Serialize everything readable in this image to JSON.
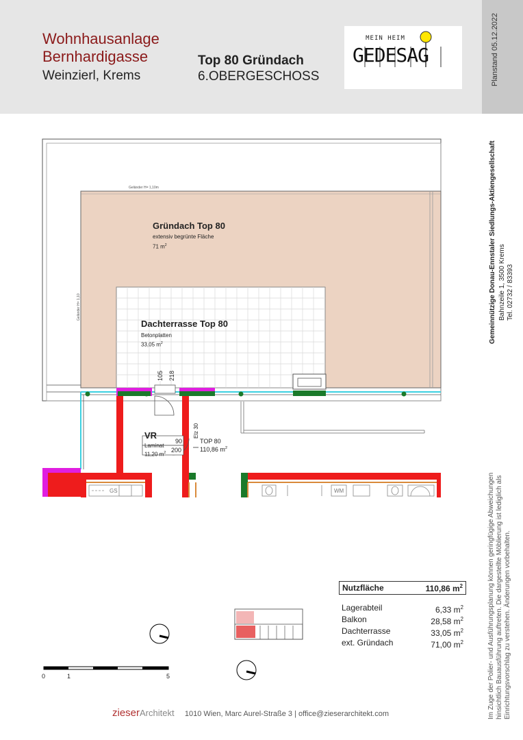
{
  "header": {
    "project_name_line1": "Wohnhausanlage",
    "project_name_line2": "Bernhardigasse",
    "location": "Weinzierl, Krems",
    "unit_title": "Top 80 Gründach",
    "floor": "6.OBERGESCHOSS"
  },
  "logo": {
    "top_text": "MEIN HEIM",
    "main_text": "GEDESAG",
    "colors": {
      "sun": "#ffe600",
      "text": "#111111"
    }
  },
  "side": {
    "planstand": "Planstand 05.12.2022",
    "company_name": "Gemeinnützige Donau-Ennstaler Siedlungs-Aktiengesellschaft",
    "company_address": "Bahnzeile 1, 3500 Krems",
    "company_phone": "Tel. 02732 / 83393",
    "disclaimer_line1": "Im Zuge der Polier- und Ausführungsplanung können geringfügige Abweichungen",
    "disclaimer_line2": "hinsichtlich Bauausführung auftreten. Die dargestellte Möblierung ist lediglich als",
    "disclaimer_line3": "Einrichtungsvorschlag zu verstehen. Änderungen vorbehalten."
  },
  "plan": {
    "railing_top": "Geländer H= 1,10m",
    "railing_left": "Geländer H= 1,10",
    "green_roof_title": "Gründach  Top 80",
    "green_roof_desc": "extensiv begrünte Fläche",
    "green_roof_area": "71 m",
    "terrace_title": "Dachterrasse Top 80",
    "terrace_desc": "Betonplatten",
    "terrace_area": "33,05 m",
    "dim_105": "105",
    "dim_218": "218",
    "room_vr": "VR",
    "room_vr_floor": "Laminat",
    "room_vr_area": "11,20 m",
    "dim_90": "90",
    "dim_200": "200",
    "elz": "Elz 30",
    "top_label": "TOP 80",
    "top_area": "110,86 m",
    "gs": "GS",
    "wm": "WM",
    "sup2": "2",
    "colors": {
      "green_roof": "#ecd3c2",
      "wall_red": "#ee1c1c",
      "wall_green": "#1a7a2a",
      "wall_magenta": "#e01ee0",
      "glass_cyan": "#3ad0e0",
      "door_orange": "#d98a3a"
    }
  },
  "areas": {
    "heading_label": "Nutzfläche",
    "heading_value": "110,86 m",
    "rows": [
      {
        "label": "Lagerabteil",
        "value": "6,33 m"
      },
      {
        "label": "Balkon",
        "value": "28,58 m"
      },
      {
        "label": "Dachterrasse",
        "value": "33,05 m"
      },
      {
        "label": "ext. Gründach",
        "value": "71,00 m"
      }
    ]
  },
  "scale": {
    "label_0": "0",
    "label_1": "1",
    "label_5": "5"
  },
  "footer": {
    "brand_1": "zieser",
    "brand_2": "Architekt",
    "address": "1010 Wien, Marc Aurel-Straße 3 | office@zieserarchitekt.com"
  }
}
